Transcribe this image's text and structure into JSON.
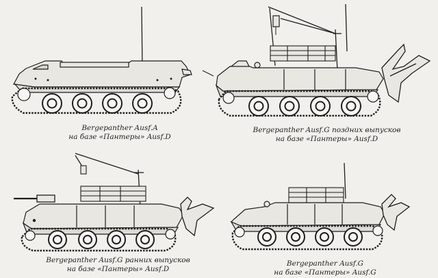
{
  "figures": [
    {
      "id": "ausf-a",
      "caption_line1": "Bergepanther Ausf.A",
      "caption_line2": "на базе «Пантеры» Ausf.D"
    },
    {
      "id": "ausf-g-late",
      "caption_line1": "Bergepanther Ausf.G  поздних выпусков",
      "caption_line2": "на базе «Пантеры» Ausf.D"
    },
    {
      "id": "ausf-g-early",
      "caption_line1": "Bergepanther Ausf.G  ранних выпусков",
      "caption_line2": "на базе «Пантеры» Ausf.D"
    },
    {
      "id": "ausf-g",
      "caption_line1": "Bergepanther Ausf.G",
      "caption_line2": "на базе «Пантеры» Ausf.G"
    }
  ],
  "colors": {
    "ink": "#1e1e1e",
    "paper": "#f1f0ec",
    "hull": "#e8e7e2"
  }
}
